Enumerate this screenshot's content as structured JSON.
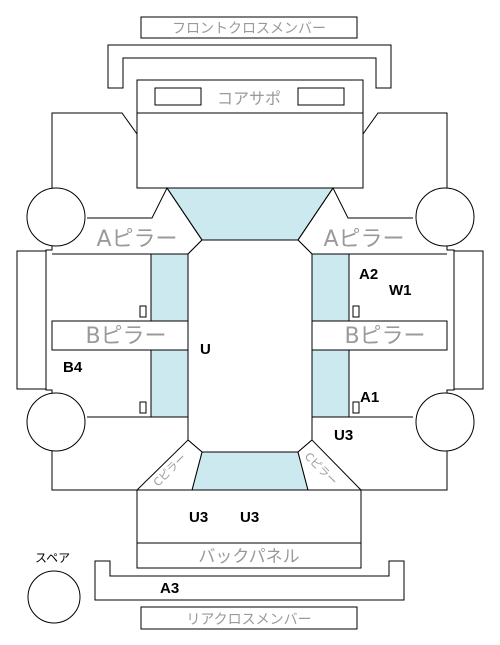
{
  "colors": {
    "glass": "#cce9ef",
    "line": "#000000",
    "label": "#9a9a9a"
  },
  "labels": {
    "front_cross_member": "フロントクロスメンバー",
    "core_support": "コアサポ",
    "a_pillar_left": "Aピラー",
    "a_pillar_right": "Aピラー",
    "b_pillar_left": "Bピラー",
    "b_pillar_right": "Bピラー",
    "back_panel": "バックパネル",
    "rear_cross_member": "リアクロスメンバー",
    "spare": "スペア",
    "c_pillar_left": "Cピラー",
    "c_pillar_right": "Cピラー"
  },
  "codes": {
    "a2": "A2",
    "w1": "W1",
    "u_roof": "U",
    "b4": "B4",
    "a1": "A1",
    "u3_right": "U3",
    "u3_trunk_left": "U3",
    "u3_trunk_right": "U3",
    "a3": "A3"
  }
}
